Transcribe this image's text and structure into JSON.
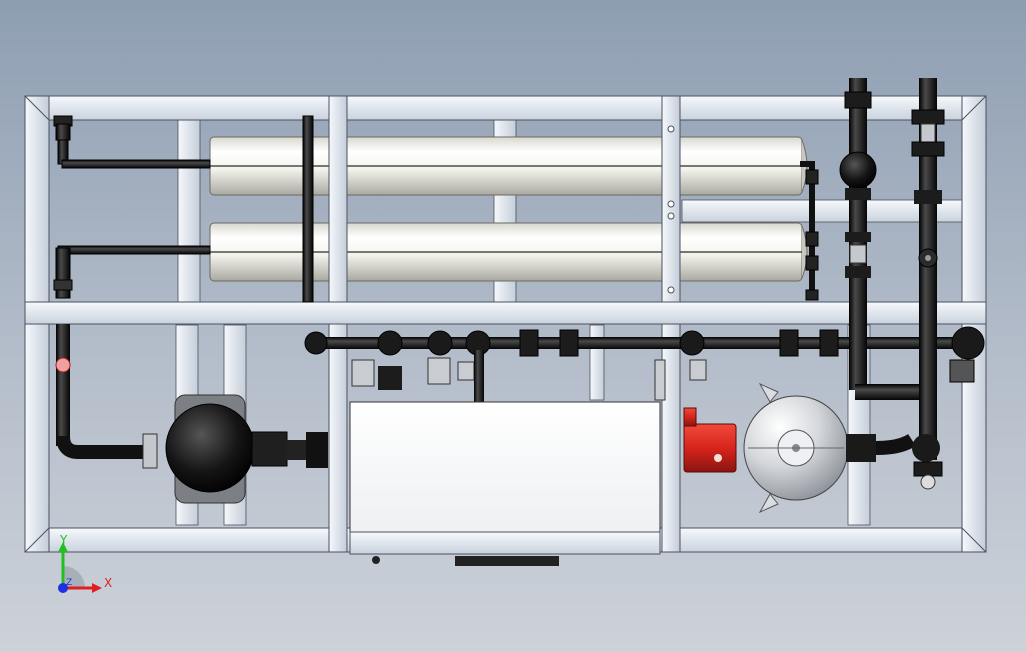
{
  "viewport": {
    "background_top": "#8e9eb2",
    "background_bottom": "#cdd2d9"
  },
  "model": {
    "frame_color": "#e6ecf3",
    "frame_edge": "#4a5260",
    "membrane_color": "#f0f0ea",
    "pipe_color": "#151515",
    "red_valve_color": "#d8241c"
  },
  "triad": {
    "x_label": "X",
    "y_label": "Y",
    "z_label": "Z",
    "x_color": "#e02020",
    "y_color": "#20c020",
    "z_color": "#2030e0"
  }
}
